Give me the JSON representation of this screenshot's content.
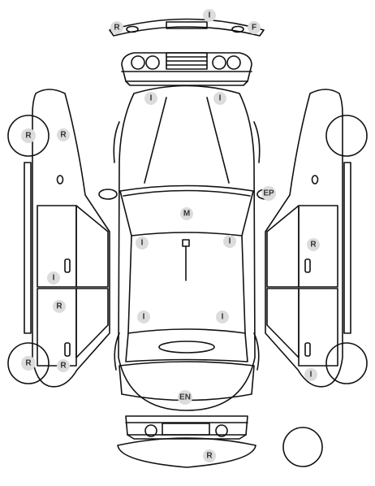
{
  "markers": {
    "front_bumper_left": "R",
    "front_bumper_center": "I",
    "front_bumper_right": "F",
    "windshield_left": "I",
    "windshield_right": "I",
    "left_front_wheel": "R",
    "left_front_fender": "R",
    "left_front_door": "I",
    "left_rear_door": "R",
    "left_rear_wheel": "R",
    "left_rear_quarter": "R",
    "right_mirror": "EP",
    "roof": "M",
    "roof_left_front": "I",
    "roof_right_front": "I",
    "roof_left_rear": "I",
    "roof_right_rear": "I",
    "right_front_door": "R",
    "right_rear_wheel": "I",
    "trunk": "EN",
    "rear_bumper": "R"
  }
}
